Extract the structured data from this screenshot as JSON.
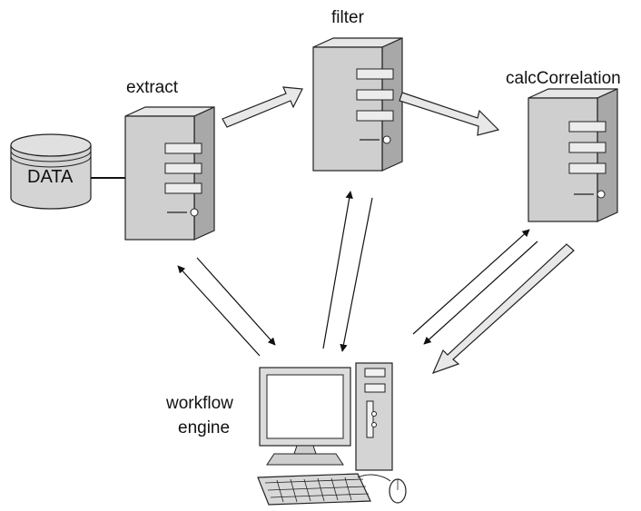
{
  "nodes": {
    "data_store": {
      "label": "DATA"
    },
    "extract": {
      "label": "extract"
    },
    "filter": {
      "label": "filter"
    },
    "calc": {
      "label": "calcCorrelation"
    },
    "engine": {
      "label_line1": "workflow",
      "label_line2": "engine"
    }
  },
  "edges": [
    {
      "from": "data_store",
      "to": "extract",
      "kind": "line"
    },
    {
      "from": "extract",
      "to": "filter",
      "kind": "data-flow"
    },
    {
      "from": "filter",
      "to": "calc",
      "kind": "data-flow"
    },
    {
      "from": "calc",
      "to": "engine",
      "kind": "data-flow"
    },
    {
      "from": "engine",
      "to": "extract",
      "kind": "control",
      "bidirectional": true
    },
    {
      "from": "engine",
      "to": "filter",
      "kind": "control",
      "bidirectional": true
    },
    {
      "from": "engine",
      "to": "calc",
      "kind": "control",
      "bidirectional": true
    }
  ],
  "colors": {
    "server_fill": "#d4d4d4",
    "server_front": "#c4c4c4",
    "flow_arrow_fill": "#e8e8e8",
    "stroke": "#222222"
  }
}
